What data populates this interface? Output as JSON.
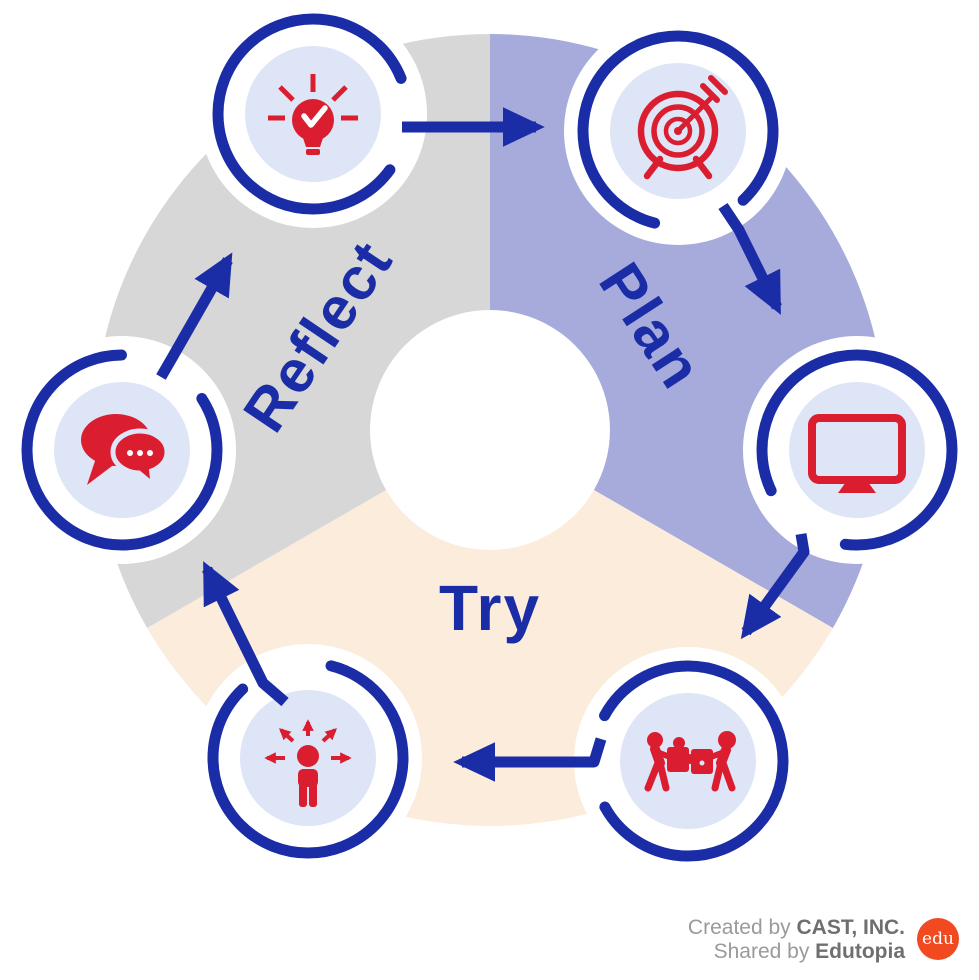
{
  "colors": {
    "blue": "#1b2da6",
    "red": "#da1e30",
    "segment_plan": "#a6abdc",
    "segment_try": "#fcecdc",
    "segment_reflect": "#d7d7d7",
    "node_fill": "#dde5f6",
    "credit_text": "#9a9a9a",
    "credit_bold": "#6f6f6f",
    "logo_orange": "#f14a21"
  },
  "cycle": {
    "segments": [
      {
        "label": "Plan"
      },
      {
        "label": "Try"
      },
      {
        "label": "Reflect"
      }
    ],
    "nodes": [
      {
        "icon": "lightbulb-check-icon"
      },
      {
        "icon": "target-arrow-icon"
      },
      {
        "icon": "computer-monitor-icon"
      },
      {
        "icon": "teamwork-puzzle-icon"
      },
      {
        "icon": "person-directions-icon"
      },
      {
        "icon": "chat-bubbles-icon"
      }
    ]
  },
  "credits": {
    "created_prefix": "Created by ",
    "created_by": "CAST, INC.",
    "shared_prefix": "Shared by ",
    "shared_by": "Edutopia",
    "logo_text": "edu"
  }
}
